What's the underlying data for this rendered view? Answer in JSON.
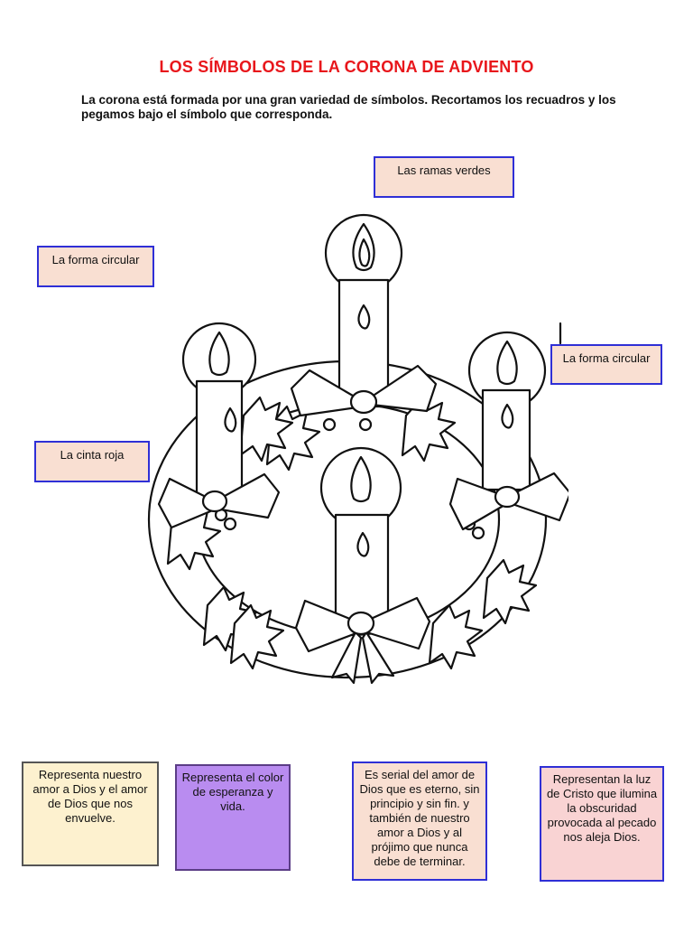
{
  "page": {
    "title": "LOS SÍMBOLOS DE LA CORONA DE ADVIENTO",
    "intro_line1": "La corona está formada por una gran variedad de símbolos. Recortamos los recuadros y los",
    "intro_line2": "pegamos bajo el símbolo que corresponda."
  },
  "labels": {
    "ramas_verdes": "Las ramas verdes",
    "forma_circular_left": "La forma circular",
    "forma_circular_right": "La forma circular",
    "cinta_roja": "La cinta roja"
  },
  "cards": [
    {
      "text": "Representa nuestro amor a Dios y el amor de Dios que nos envuelve."
    },
    {
      "text": "Representa el color de esperanza y vida."
    },
    {
      "text": "Es serial del amor de Dios que es eterno, sin principio y sin fin. y también de nuestro amor a Dios y al prójimo que nunca debe de terminar."
    },
    {
      "text": "Representan la luz de Cristo que ilumina la obscuridad provocada al pecado nos aleja Dios."
    }
  ],
  "colors": {
    "title": "#e8161b",
    "label_fill": "#f9dfd2",
    "label_border": "#2f2fd6",
    "card1_fill": "#fdf1cf",
    "card2_fill": "#b98cf0",
    "card3_fill": "#f9dfd2",
    "card4_fill": "#f9d3d3"
  }
}
